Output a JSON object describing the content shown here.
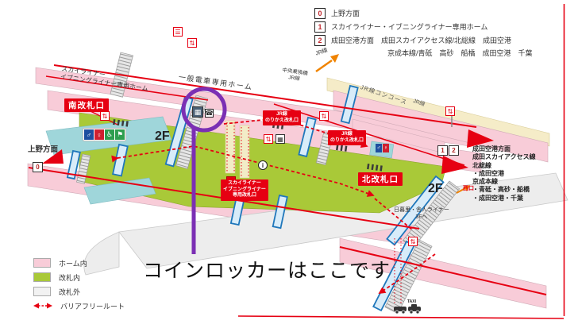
{
  "annotation": {
    "caption": "コインロッカーはここです"
  },
  "legend_top": {
    "row0": {
      "num": "0",
      "text": "上野方面"
    },
    "row1": {
      "num": "1",
      "text": "スカイライナー・イブニングライナー専用ホーム"
    },
    "row2": {
      "num": "2",
      "text": "成田空港方面　成田スカイアクセス線/北総線　成田空港"
    },
    "row2b": "京成本線/青砥　高砂　船橋　成田空港　千葉"
  },
  "legend_bottom": {
    "platform_label": "ホーム内",
    "inside_label": "改札内",
    "outside_label": "改札外",
    "route_label": "バリアフリールート"
  },
  "labels": {
    "skyliner_platform": "スカイライナー\nイブニングライナー専用ホーム",
    "general_platform": "一般電車専用ホーム",
    "central_bridge": "中央乗換橋\nJR線",
    "jr_line_top": "JR線",
    "jr_concourse": "JR線コンコース",
    "jr_line_right": "JR線",
    "south_gate": "南改札口",
    "north_gate": "北改札口",
    "jr_transfer_gate_1": "JR線\nのりかえ改札口",
    "jr_transfer_gate_2": "JR線\nのりかえ改札口",
    "skyliner_gate": "スカイライナー\nイブニングライナー\n専用改札口",
    "ueno_direction": "上野方面",
    "floor_inside": "2F",
    "floor_outside": "2F",
    "west_exit": "西口",
    "nippori_toneri": "日暮里・舎人ライナー\n3Fへ",
    "narita_directions": "成田空港方面\n成田スカイアクセス線\n北総線\n・成田空港\n京成本線\n・青砥・高砂・船橋\n・成田空港・千葉",
    "marker_0": "0",
    "marker_1": "1",
    "marker_2": "2",
    "taxi": "TAXI"
  },
  "icons": {
    "escalator": "☰",
    "elevator": "⇅",
    "male": "♂",
    "female": "♀",
    "accessible": "♿",
    "nursing": "⚑",
    "info": "i",
    "aed": "♥",
    "coin_locker": "▦",
    "ticket_machine": "▦",
    "telephone": "☎"
  },
  "colors": {
    "platform_pink": "#f8ccd8",
    "inside_green": "#a9c938",
    "outside_gray": "#ededed",
    "walkway_teal": "#9fd6da",
    "jr_concourse_cream": "#f5ecc8",
    "accent_red": "#e60012",
    "escalator_blue": "#1f77bb",
    "annotation_purple": "#7b2fb4"
  }
}
